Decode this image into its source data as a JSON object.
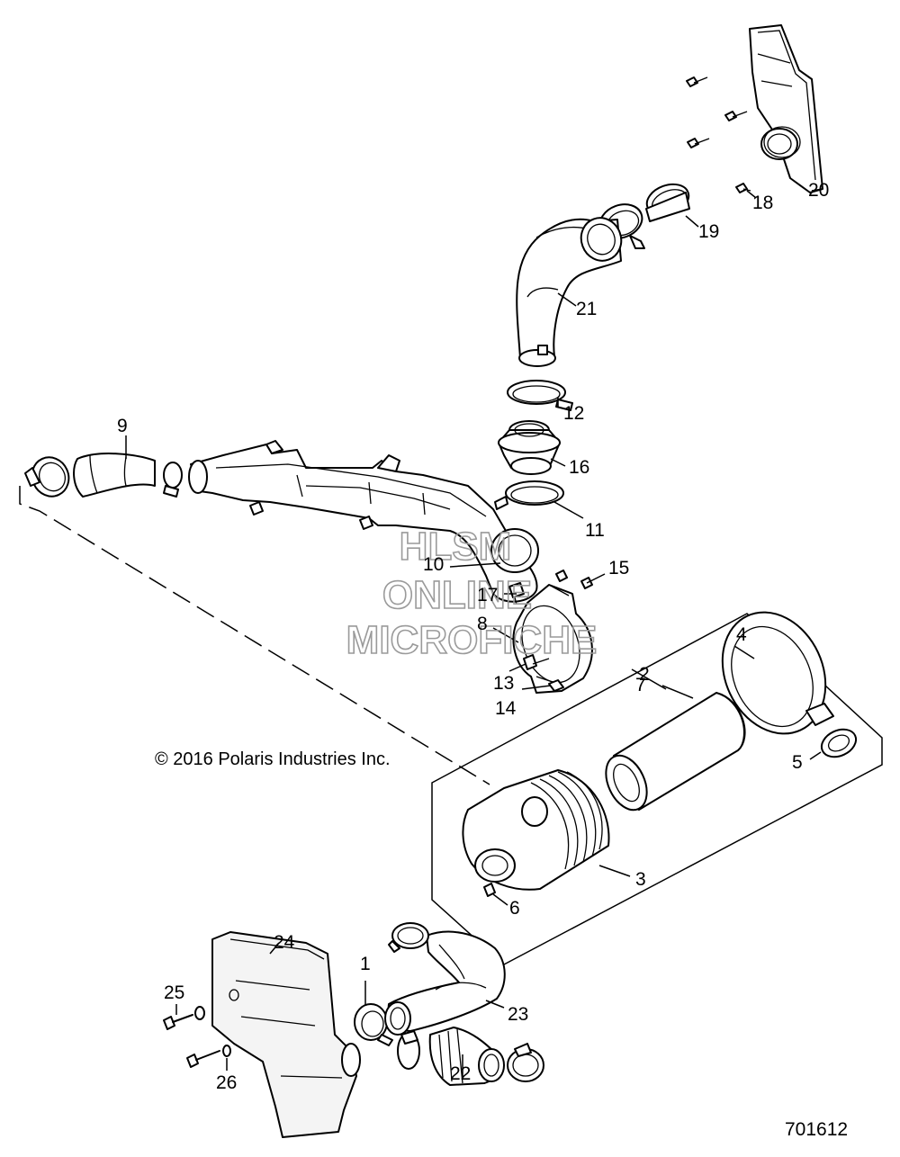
{
  "copyright": "© 2016 Polaris Industries Inc.",
  "diagram_id": "701612",
  "watermark": [
    "HLSM",
    "ONLINE",
    "MICROFICHE"
  ],
  "callouts": [
    {
      "id": "1",
      "label": "1"
    },
    {
      "id": "2",
      "label": "2"
    },
    {
      "id": "3",
      "label": "3"
    },
    {
      "id": "4",
      "label": "4"
    },
    {
      "id": "5",
      "label": "5"
    },
    {
      "id": "6",
      "label": "6"
    },
    {
      "id": "7",
      "label": "7"
    },
    {
      "id": "8",
      "label": "8"
    },
    {
      "id": "9",
      "label": "9"
    },
    {
      "id": "10",
      "label": "10"
    },
    {
      "id": "11",
      "label": "11"
    },
    {
      "id": "12",
      "label": "12"
    },
    {
      "id": "13",
      "label": "13"
    },
    {
      "id": "14",
      "label": "14"
    },
    {
      "id": "15",
      "label": "15"
    },
    {
      "id": "16",
      "label": "16"
    },
    {
      "id": "17",
      "label": "17"
    },
    {
      "id": "18",
      "label": "18"
    },
    {
      "id": "19",
      "label": "19"
    },
    {
      "id": "20",
      "label": "20"
    },
    {
      "id": "21",
      "label": "21"
    },
    {
      "id": "22",
      "label": "22"
    },
    {
      "id": "23",
      "label": "23"
    },
    {
      "id": "24",
      "label": "24"
    },
    {
      "id": "25",
      "label": "25"
    },
    {
      "id": "26",
      "label": "26"
    }
  ]
}
